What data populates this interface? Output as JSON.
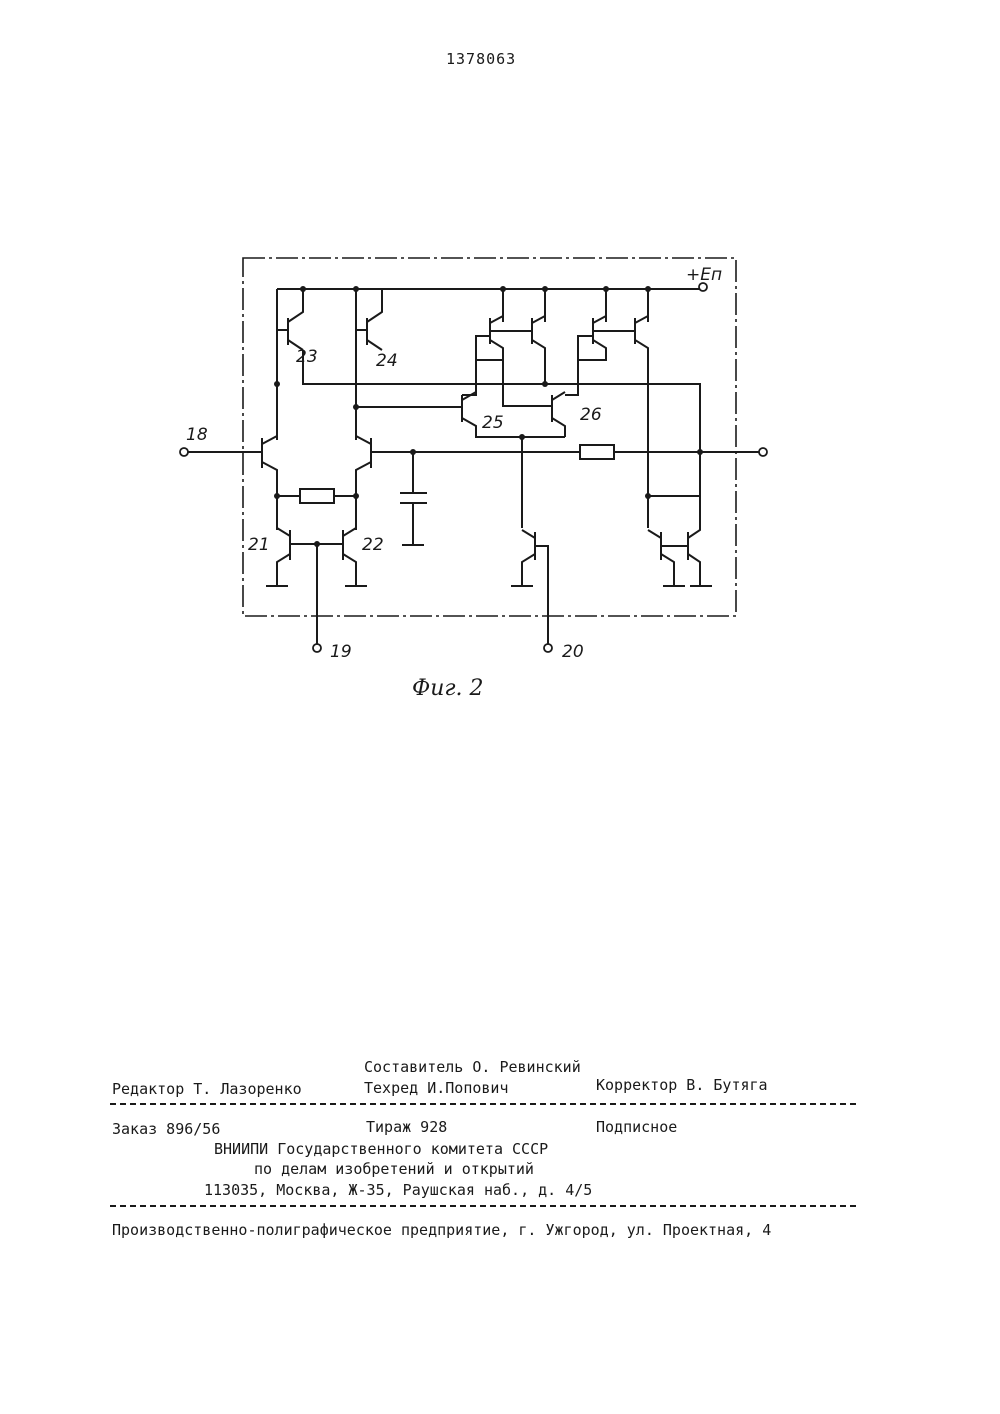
{
  "patent_number": "1378063",
  "figure": {
    "caption": "Фиг. 2",
    "supply_label": "+Eп",
    "terminal_labels": [
      "18",
      "19",
      "20"
    ],
    "transistor_labels": [
      "21",
      "22",
      "23",
      "24",
      "25",
      "26"
    ]
  },
  "colophon": {
    "compiler": "Составитель О. Ревинский",
    "editor": "Редактор Т. Лазоренко",
    "techred": "Техред И.Попович",
    "corrector": "Корректор В. Бутяга",
    "order": "Заказ 896/56",
    "circulation": "Тираж 928",
    "subscription": "Подписное",
    "org_line1": "ВНИИПИ Государственного комитета СССР",
    "org_line2": "по делам изобретений и открытий",
    "org_line3": "113035, Москва, Ж-35, Раушская наб., д. 4/5",
    "printer": "Производственно-полиграфическое предприятие, г. Ужгород, ул. Проектная, 4"
  }
}
